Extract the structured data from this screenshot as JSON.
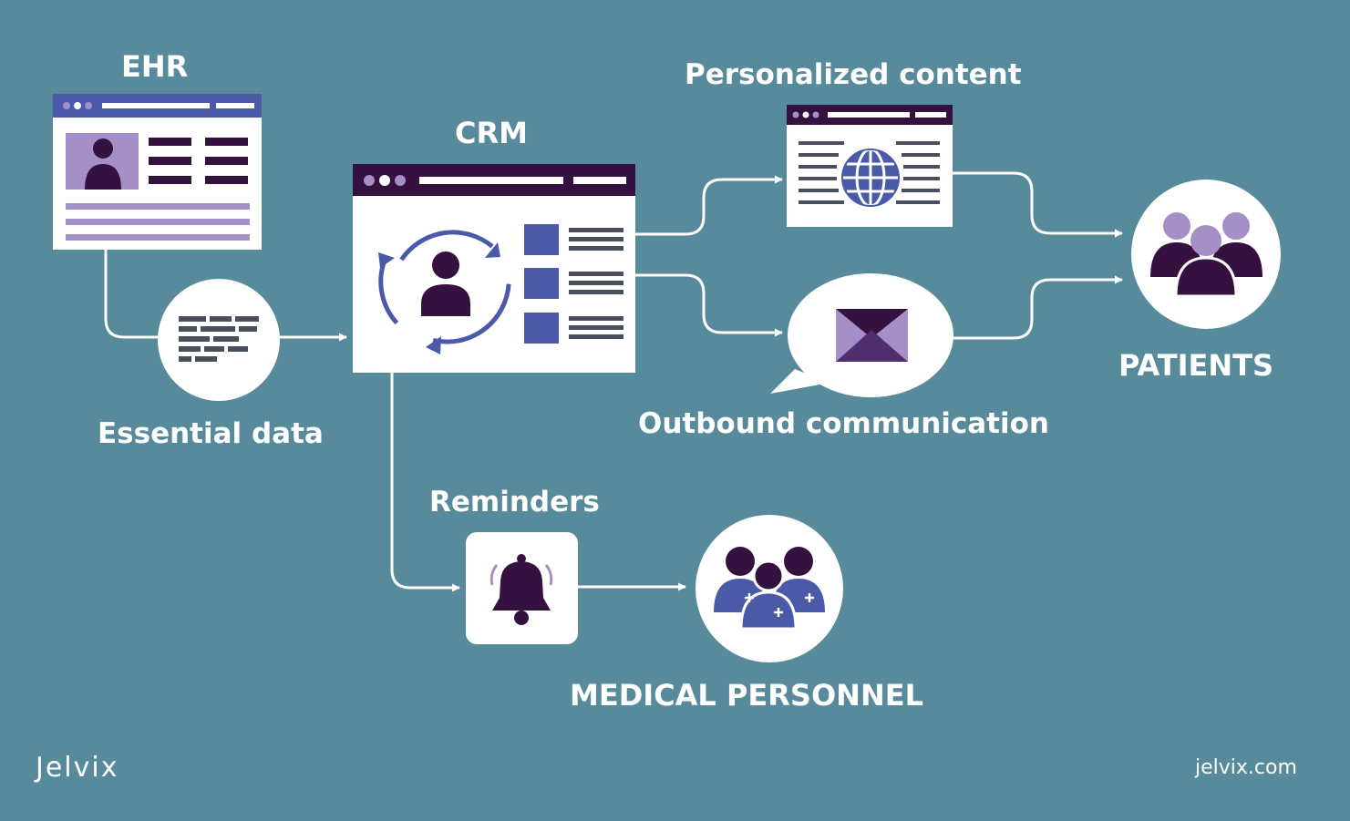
{
  "labels": {
    "ehr": "EHR",
    "crm": "CRM",
    "personalized_content": "Personalized content",
    "essential_data": "Essential data",
    "outbound_communication": "Outbound communication",
    "patients": "PATIENTS",
    "reminders": "Reminders",
    "medical_personnel": "MEDICAL PERSONNEL"
  },
  "brand": {
    "logo": "Jelvix",
    "url": "jelvix.com"
  },
  "colors": {
    "background": "#578a9b",
    "dark_purple": "#35113f",
    "light_purple": "#a48fc7",
    "blue": "#4a5aa8",
    "white": "#ffffff"
  }
}
